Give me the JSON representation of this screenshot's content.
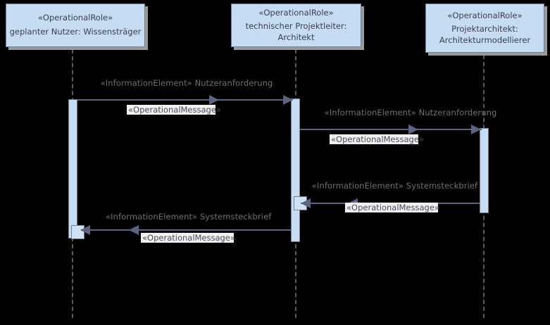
{
  "diagram": {
    "type": "uml-sequence-diagram",
    "background_color": "#000000",
    "accent_fill": "#c6dcf2",
    "border_color": "#6f7f8f",
    "arrow_color": "#5d6480",
    "lifeline_color": "#5a5a5a"
  },
  "roles": [
    {
      "stereotype": "«OperationalRole»",
      "name": "geplanter Nutzer: Wissensträger"
    },
    {
      "stereotype": "«OperationalRole»",
      "name": "technischer Projektleiter: Architekt"
    },
    {
      "stereotype": "«OperationalRole»",
      "name": "Projektarchitekt:\nArchitekturmodellierer"
    }
  ],
  "messages": [
    {
      "id": "msg-1",
      "information_element": "«InformationElement» Nutzeranforderung",
      "operational_message": "«OperationalMessage»",
      "direction": "right",
      "from": "geplanter Nutzer: Wissensträger",
      "to": "technischer Projektleiter: Architekt"
    },
    {
      "id": "msg-2",
      "information_element": "«InformationElement» Nutzeranforderung",
      "operational_message": "«OperationalMessage»",
      "direction": "right",
      "from": "technischer Projektleiter: Architekt",
      "to": "Projektarchitekt: Architekturmodellierer"
    },
    {
      "id": "msg-3",
      "information_element": "«InformationElement» Systemsteckbrief",
      "operational_message": "«OperationalMessage»",
      "direction": "left",
      "from": "Projektarchitekt: Architekturmodellierer",
      "to": "technischer Projektleiter: Architekt"
    },
    {
      "id": "msg-4",
      "information_element": "«InformationElement» Systemsteckbrief",
      "operational_message": "«OperationalMessage»",
      "direction": "left",
      "from": "technischer Projektleiter: Architekt",
      "to": "geplanter Nutzer: Wissensträger"
    }
  ]
}
